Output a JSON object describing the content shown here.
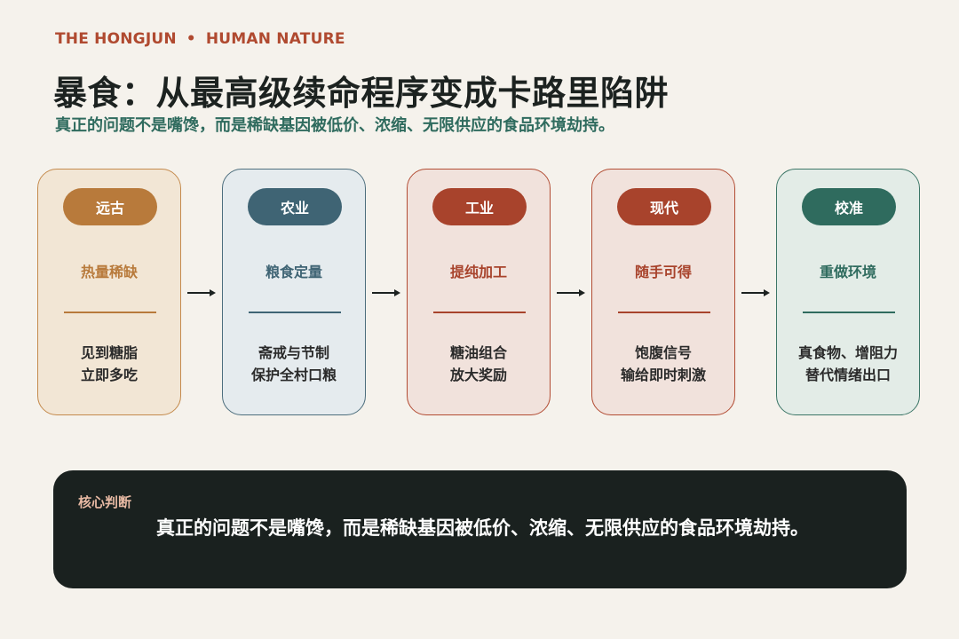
{
  "header": {
    "brand": "THE HONGJUN",
    "separator": "•",
    "series": "HUMAN NATURE",
    "title": "暴食：从最高级续命程序变成卡路里陷阱",
    "subtitle": "真正的问题不是嘴馋，而是稀缺基因被低价、浓缩、无限供应的食品环境劫持。"
  },
  "stages": [
    {
      "tag": "远古",
      "heading": "热量稀缺",
      "lines": [
        "见到糖脂",
        "立即多吃"
      ],
      "accent": "#b87a3b",
      "bg": "#f2e6d5",
      "border": "#c48a4c"
    },
    {
      "tag": "农业",
      "heading": "粮食定量",
      "lines": [
        "斋戒与节制",
        "保护全村口粮"
      ],
      "accent": "#3f6474",
      "bg": "#e5ebee",
      "border": "#4d6e7d"
    },
    {
      "tag": "工业",
      "heading": "提纯加工",
      "lines": [
        "糖油组合",
        "放大奖励"
      ],
      "accent": "#a8432c",
      "bg": "#f1e2dc",
      "border": "#b24c33"
    },
    {
      "tag": "现代",
      "heading": "随手可得",
      "lines": [
        "饱腹信号",
        "输给即时刺激"
      ],
      "accent": "#a8432c",
      "bg": "#f1e2dc",
      "border": "#b24c33"
    },
    {
      "tag": "校准",
      "heading": "重做环境",
      "lines": [
        "真食物、增阻力",
        "替代情绪出口"
      ],
      "accent": "#2f6b5e",
      "bg": "#e3ece7",
      "border": "#3c7667"
    }
  ],
  "summary": {
    "label": "核心判断",
    "text": "真正的问题不是嘴馋，而是稀缺基因被低价、浓缩、无限供应的食品环境劫持。"
  }
}
